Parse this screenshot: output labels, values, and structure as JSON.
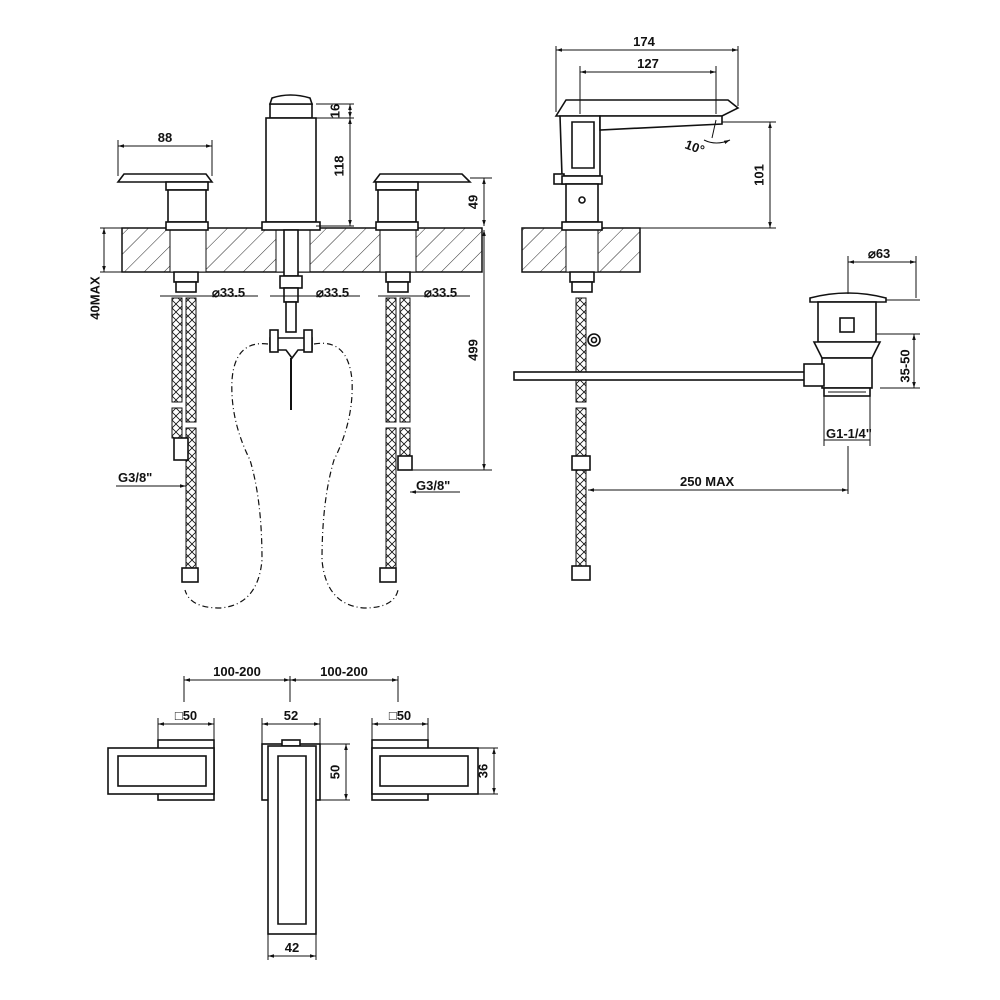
{
  "drawing": {
    "front_view": {
      "dims": {
        "handle_width": "88",
        "spout_top": "16",
        "spout_height": "118",
        "handle_height": "49",
        "hose_length": "499",
        "thickness_max": "40MAX",
        "hole_left": "⌀33.5",
        "hole_center": "⌀33.5",
        "hole_right": "⌀33.5",
        "thread_left": "G3/8\"",
        "thread_right": "G3/8\""
      }
    },
    "side_view": {
      "dims": {
        "overall_depth": "174",
        "spout_reach": "127",
        "angle": "10°",
        "spout_height": "101",
        "waste_diameter": "⌀63",
        "waste_height": "35-50",
        "waste_thread": "G1-1/4\"",
        "rod_max": "250  MAX"
      }
    },
    "top_view": {
      "dims": {
        "spacing_left": "100-200",
        "spacing_right": "100-200",
        "handle_left_size": "□50",
        "spout_width": "52",
        "handle_right_size": "□50",
        "spout_depth": "50",
        "handle_depth": "36",
        "spout_base": "42"
      }
    }
  }
}
